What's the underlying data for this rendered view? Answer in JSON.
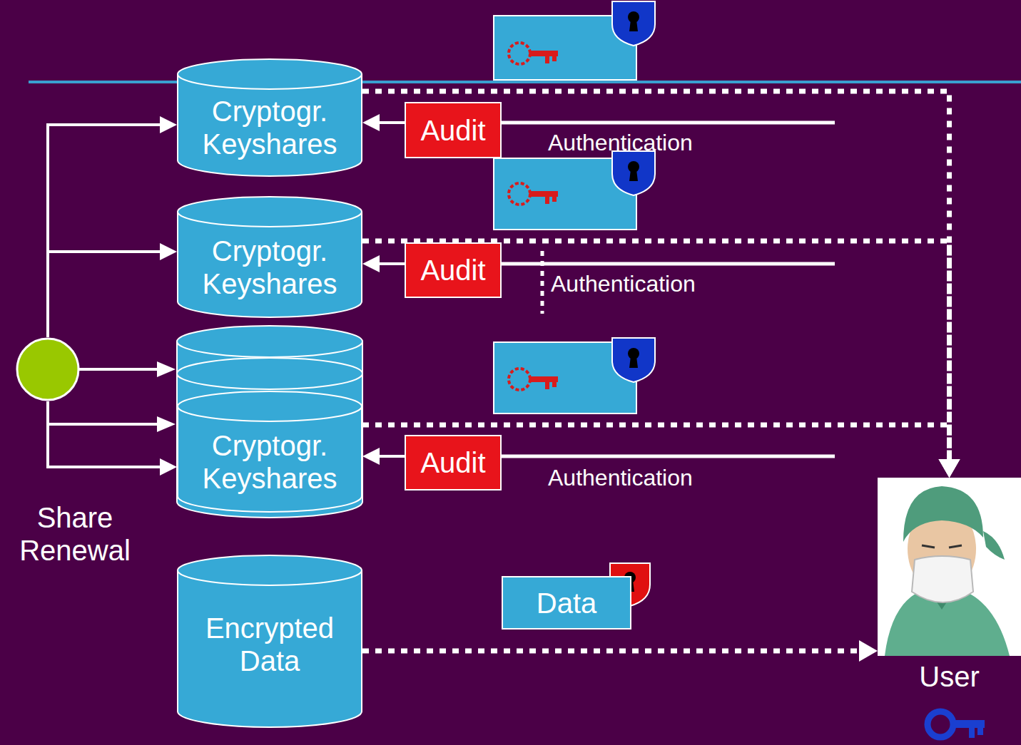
{
  "diagram": {
    "nodes": [
      {
        "text": [
          "Cryptogr. Keyshares"
        ]
      },
      {
        "text": [
          "Audit"
        ]
      },
      {
        "text": [
          "Cryptogr. Keyshares"
        ]
      },
      {
        "text": [
          "Audit"
        ]
      },
      {
        "text": [
          "Cryptogr. Keyshares"
        ]
      },
      {
        "text": [
          "Audit"
        ]
      },
      {
        "text": [
          "Share Renewal"
        ]
      },
      {
        "text": [
          "User"
        ]
      },
      {
        "text": [
          "Encrypted Data"
        ]
      },
      {
        "text": [
          "Data"
        ]
      }
    ],
    "edges": [
      {
        "from": 6,
        "to": 0,
        "arrow": "to"
      },
      {
        "from": 6,
        "to": 2,
        "arrow": "to"
      },
      {
        "from": 6,
        "to": 4,
        "arrow": "to"
      },
      {
        "from": 1,
        "to": 0,
        "arrow": "to"
      },
      {
        "from": 3,
        "to": 2,
        "arrow": "to"
      },
      {
        "from": 5,
        "to": 4,
        "arrow": "to"
      },
      {
        "from": 0,
        "to": 7,
        "arrow": "to"
      },
      {
        "from": 2,
        "to": 7,
        "arrow": "to"
      },
      {
        "from": 4,
        "to": 7,
        "arrow": "to"
      },
      {
        "from": 8,
        "to": 7,
        "arrow": "to"
      }
    ],
    "labels": [
      "Authentication",
      "Authentication",
      "Authentication"
    ]
  }
}
